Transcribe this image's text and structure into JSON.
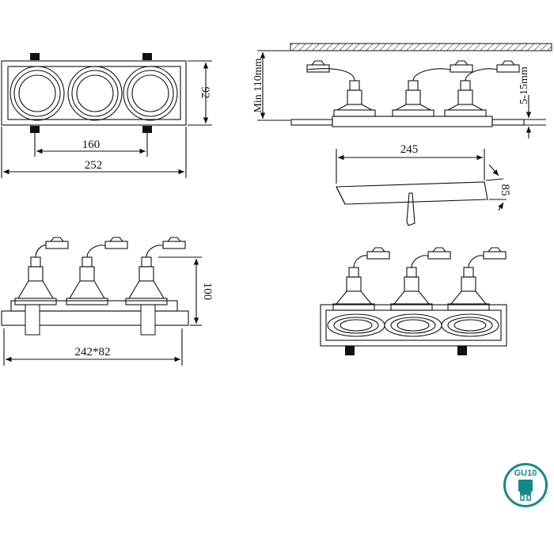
{
  "dimensions": {
    "top_height": "92",
    "pin_spacing": "160",
    "overall_length": "252",
    "min_depth": "Min 110mm",
    "ceiling_thickness": "5-15mm",
    "cutout_length": "245",
    "cutout_width": "85",
    "fixture_height": "100",
    "cutout_size": "242*82"
  },
  "badge": {
    "label": "GU10",
    "color": "#138a8a"
  }
}
